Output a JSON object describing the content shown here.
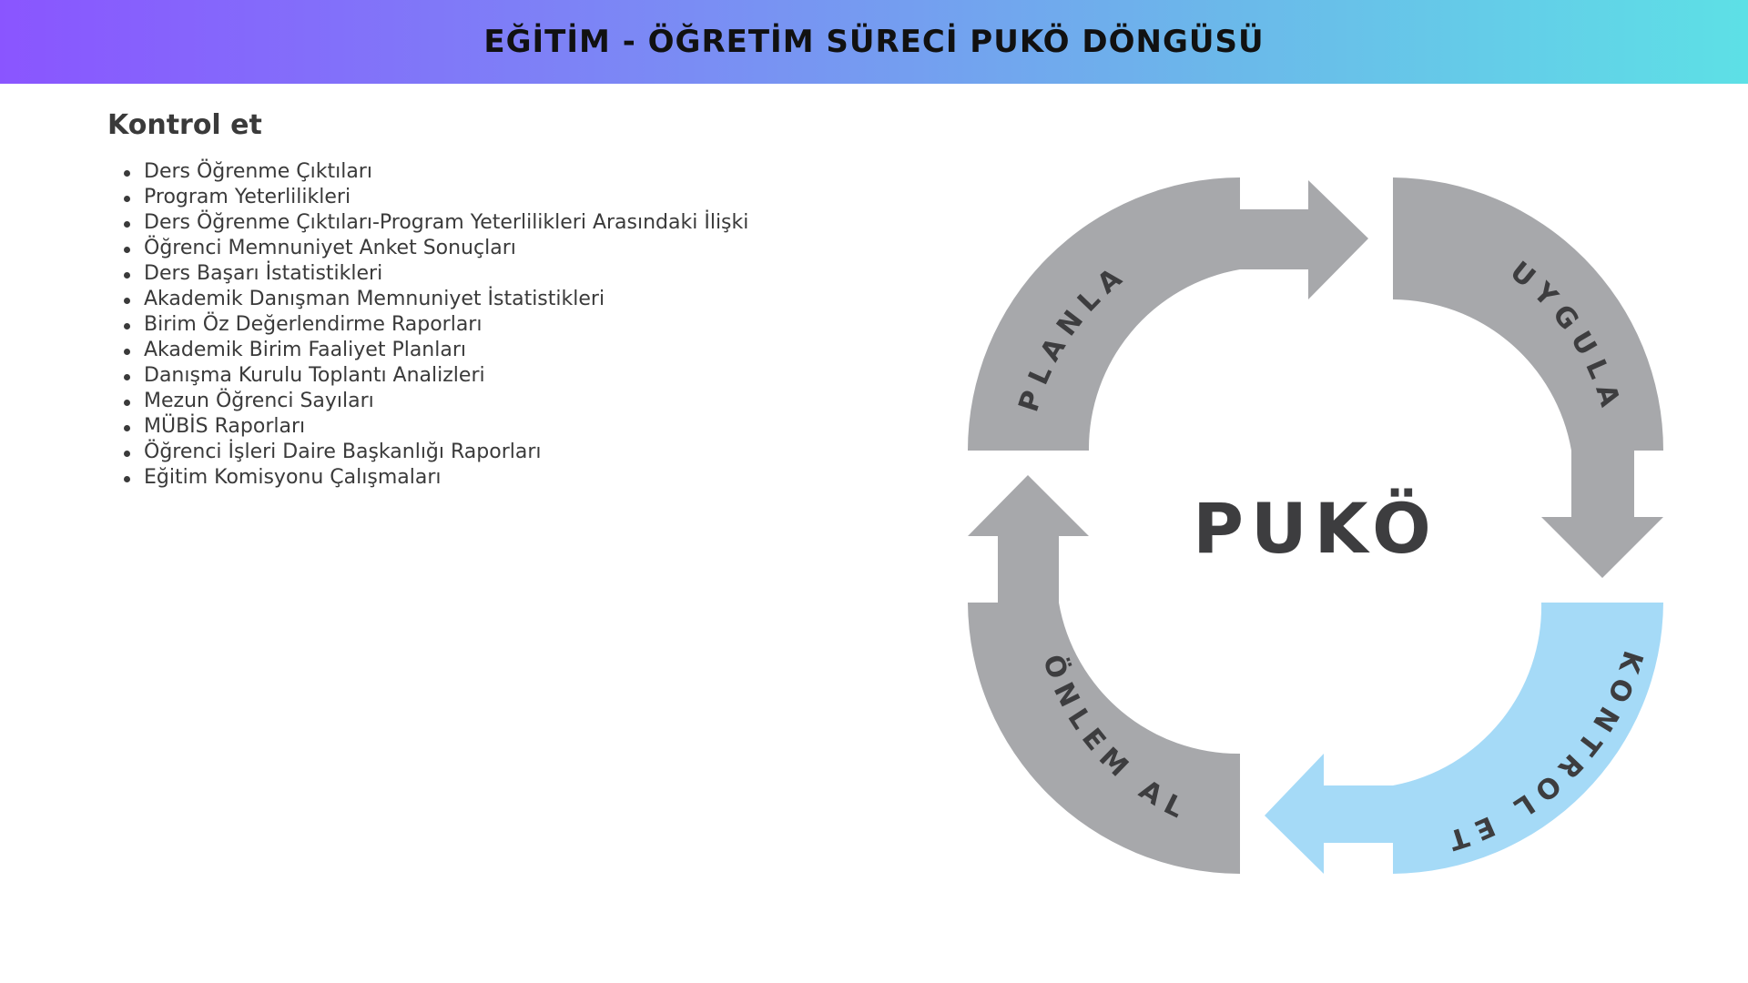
{
  "header": {
    "title": "EĞİTİM - ÖĞRETİM SÜRECİ PUKÖ DÖNGÜSÜ"
  },
  "section": {
    "title": "Kontrol et",
    "items": [
      "Ders Öğrenme Çıktıları",
      "Program Yeterlilikleri",
      "Ders Öğrenme Çıktıları-Program Yeterlilikleri Arasındaki İlişki",
      "Öğrenci Memnuniyet Anket Sonuçları",
      "Ders Başarı İstatistikleri",
      "Akademik Danışman Memnuniyet İstatistikleri",
      "Birim Öz Değerlendirme Raporları",
      "Akademik Birim Faaliyet Planları",
      "Danışma Kurulu Toplantı Analizleri",
      "Mezun Öğrenci Sayıları",
      "MÜBİS Raporları",
      "Öğrenci İşleri Daire Başkanlığı Raporları",
      "Eğitim Komisyonu Çalışmaları"
    ]
  },
  "cycle": {
    "center": "PUKÖ",
    "segments": {
      "plan": "PLANLA",
      "do": "UYGULA",
      "check": "KONTROL ET",
      "act": "ÖNLEM AL"
    },
    "active": "check"
  },
  "colors": {
    "segment_inactive": "#a7a8ab",
    "segment_active": "#a5daf7",
    "text_dark": "#3a3a3a",
    "header_gradient": [
      "#8a55ff",
      "#5de0e6"
    ]
  }
}
